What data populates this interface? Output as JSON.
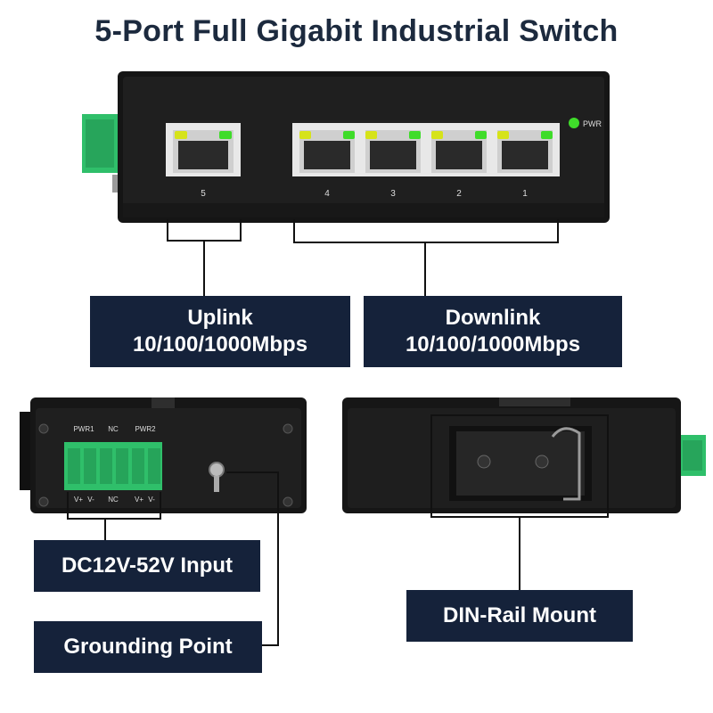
{
  "title": "5-Port Full Gigabit Industrial Switch",
  "front_panel": {
    "pwr_label": "PWR",
    "ports": [
      {
        "number": "5"
      },
      {
        "number": "4"
      },
      {
        "number": "3"
      },
      {
        "number": "2"
      },
      {
        "number": "1"
      }
    ],
    "colors": {
      "body": "#1d1d1d",
      "led_green": "#3fdc2a",
      "led_yellow": "#d6e31a",
      "terminal": "#2fbf6a"
    }
  },
  "uplink": {
    "line1": "Uplink",
    "line2": "10/100/1000Mbps"
  },
  "downlink": {
    "line1": "Downlink",
    "line2": "10/100/1000Mbps"
  },
  "terminal_block": {
    "top_labels": [
      "PWR1",
      "NC",
      "PWR2"
    ],
    "bottom_labels": [
      "V+",
      "V-",
      "NC",
      "V+",
      "V-"
    ]
  },
  "power_input": {
    "label": "DC12V-52V Input"
  },
  "grounding": {
    "label": "Grounding Point"
  },
  "din_rail": {
    "label": "DIN-Rail Mount"
  },
  "colors": {
    "label_bg": "#15223a",
    "title": "#1c2a3e"
  }
}
